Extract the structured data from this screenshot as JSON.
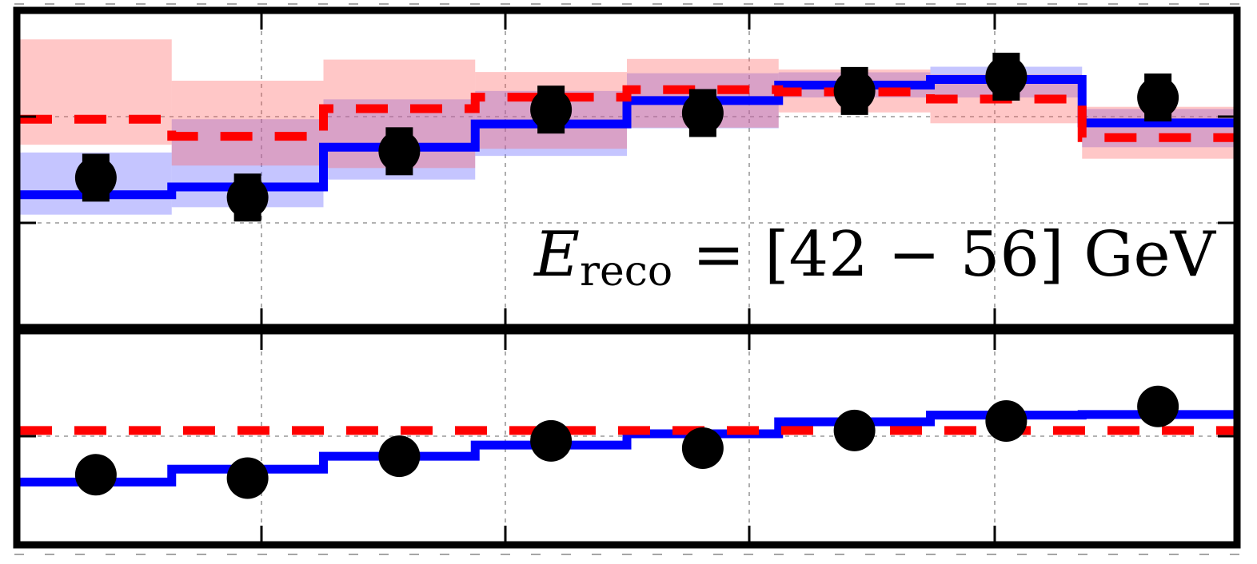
{
  "chart_data": [
    {
      "panel": "top",
      "type": "line",
      "x_bin_edges": [
        0,
        1,
        2,
        3,
        4,
        5,
        6,
        7,
        8
      ],
      "ylim": [
        0,
        1
      ],
      "grid": true,
      "annotation": {
        "symbol": "E",
        "subscript": "reco",
        "rest": " = [42 − 56] GeV"
      },
      "series": [
        {
          "style": "step-solid",
          "color": "#0000ff",
          "values": [
            0.417,
            0.442,
            0.57,
            0.645,
            0.72,
            0.77,
            0.788,
            0.648
          ],
          "band_low": [
            0.353,
            0.377,
            0.466,
            0.542,
            0.631,
            0.73,
            0.73,
            0.57
          ],
          "band_high": [
            0.553,
            0.66,
            0.724,
            0.751,
            0.808,
            0.811,
            0.829,
            0.693
          ]
        },
        {
          "style": "step-dashed",
          "color": "#ff0000",
          "values": [
            0.66,
            0.605,
            0.694,
            0.731,
            0.755,
            0.748,
            0.725,
            0.601
          ],
          "band_low": [
            0.578,
            0.511,
            0.503,
            0.565,
            0.633,
            0.682,
            0.647,
            0.533
          ],
          "band_high": [
            0.917,
            0.784,
            0.852,
            0.812,
            0.854,
            0.82,
            0.804,
            0.7
          ]
        },
        {
          "style": "points",
          "color": "#000000",
          "values": [
            0.472,
            0.408,
            0.557,
            0.691,
            0.68,
            0.751,
            0.797,
            0.73
          ]
        }
      ]
    },
    {
      "panel": "bottom",
      "type": "line",
      "x_bin_edges": [
        0,
        1,
        2,
        3,
        4,
        5,
        6,
        7,
        8
      ],
      "ylim": [
        0,
        1
      ],
      "grid": true,
      "series": [
        {
          "style": "step-solid",
          "color": "#0000ff",
          "values": [
            0.287,
            0.349,
            0.411,
            0.465,
            0.519,
            0.577,
            0.609,
            0.612
          ]
        },
        {
          "style": "step-dashed",
          "color": "#ff0000",
          "values": [
            0.535,
            0.535,
            0.535,
            0.535,
            0.535,
            0.535,
            0.535,
            0.535
          ]
        },
        {
          "style": "points",
          "color": "#000000",
          "values": [
            0.322,
            0.306,
            0.411,
            0.485,
            0.45,
            0.535,
            0.581,
            0.651
          ]
        }
      ]
    }
  ]
}
